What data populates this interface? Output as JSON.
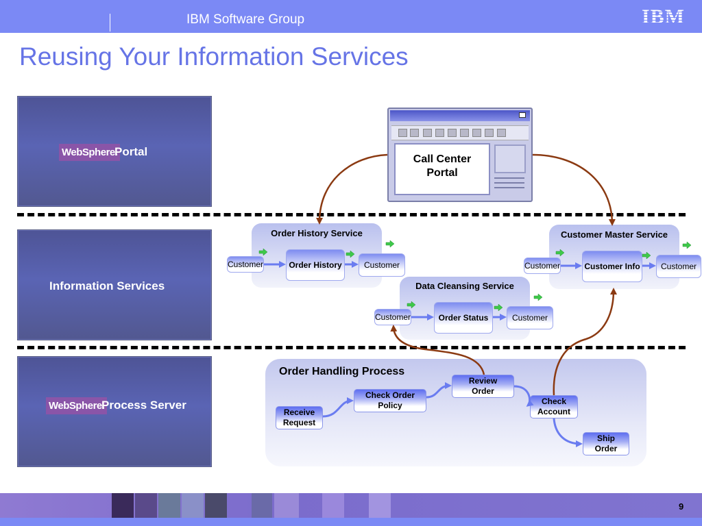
{
  "header": {
    "group": "IBM Software Group",
    "logo": "IBM"
  },
  "title": "Reusing Your Information Services",
  "layers": [
    {
      "websphere": "WebSphere.",
      "label": "Portal"
    },
    {
      "label": "Information Services"
    },
    {
      "websphere": "WebSphere.",
      "label": "Process Server"
    }
  ],
  "portal_window": {
    "text_line1": "Call Center",
    "text_line2": "Portal"
  },
  "services": {
    "order_history": {
      "title": "Order History Service",
      "in": "Customer",
      "main": "Order History",
      "out": "Customer"
    },
    "customer_master": {
      "title": "Customer Master Service",
      "in": "Customer",
      "main": "Customer Info",
      "out": "Customer"
    },
    "data_cleansing": {
      "title": "Data Cleansing Service",
      "in": "Customer",
      "main": "Order Status",
      "out": "Customer"
    }
  },
  "process": {
    "title": "Order Handling Process",
    "steps": {
      "receive": [
        "Receive",
        "Request"
      ],
      "check_policy": [
        "Check Order",
        "Policy"
      ],
      "review": [
        "Review",
        "Order"
      ],
      "check_account": [
        "Check",
        "Account"
      ],
      "ship": [
        "Ship",
        "Order"
      ]
    }
  },
  "footer": {
    "page": "9"
  },
  "colors": {
    "bar": "#7b89f5",
    "title": "#6674e6",
    "connector": "#8b3a12",
    "flow": "#6a7cf0",
    "websphere_badge": "#8a55a8"
  }
}
